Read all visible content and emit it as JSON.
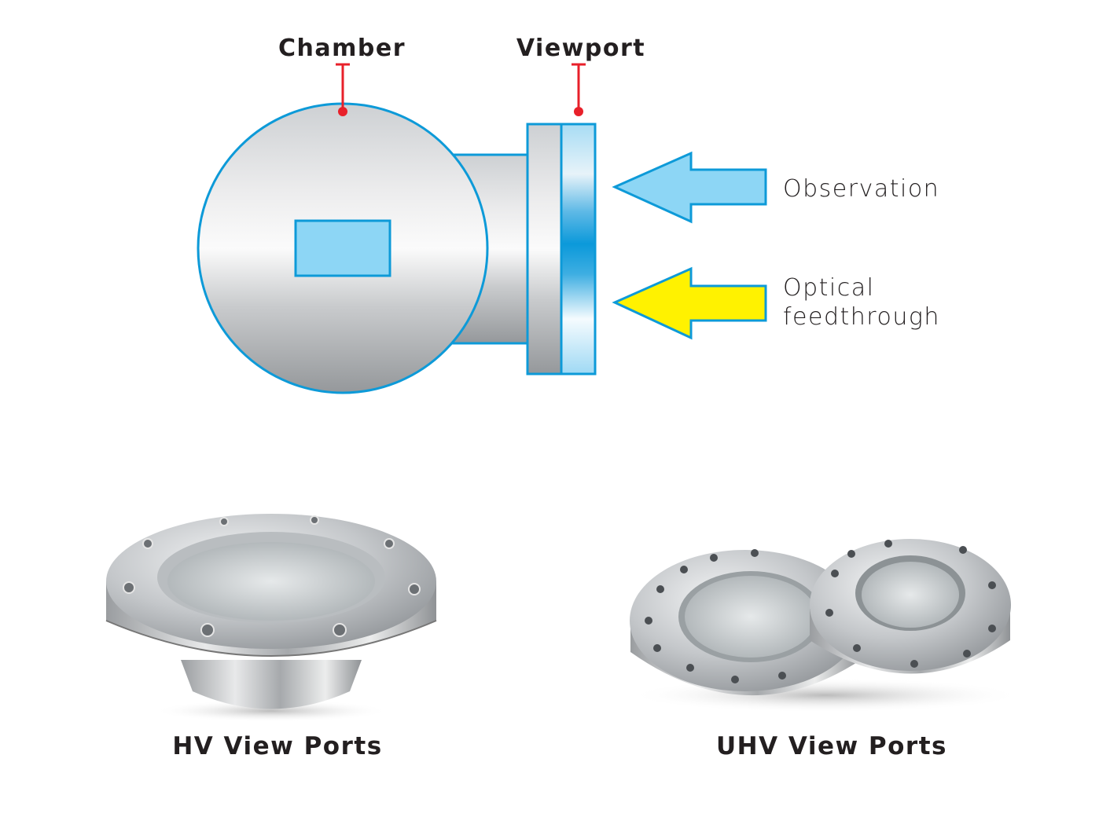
{
  "diagram": {
    "labels": {
      "chamber": "Chamber",
      "viewport": "Viewport",
      "observation": "Observation",
      "optical_line1": "Optical",
      "optical_line2": "feedthrough"
    },
    "colors": {
      "outline": "#0d9ad8",
      "marker": "#e8202a",
      "observation_arrow": "#8dd6f5",
      "optical_arrow": "#fff200"
    }
  },
  "products": [
    {
      "caption": "HV View Ports"
    },
    {
      "caption": "UHV View Ports"
    }
  ]
}
